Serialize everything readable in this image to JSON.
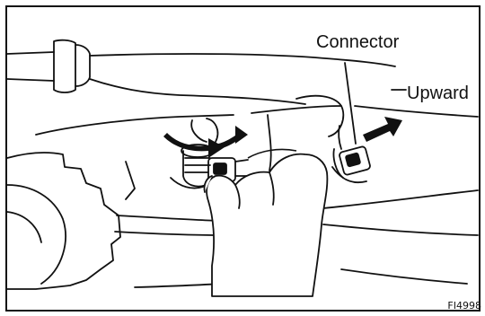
{
  "labels": {
    "connector": "Connector",
    "upward": "Upward",
    "figure_code": "FI4998"
  }
}
